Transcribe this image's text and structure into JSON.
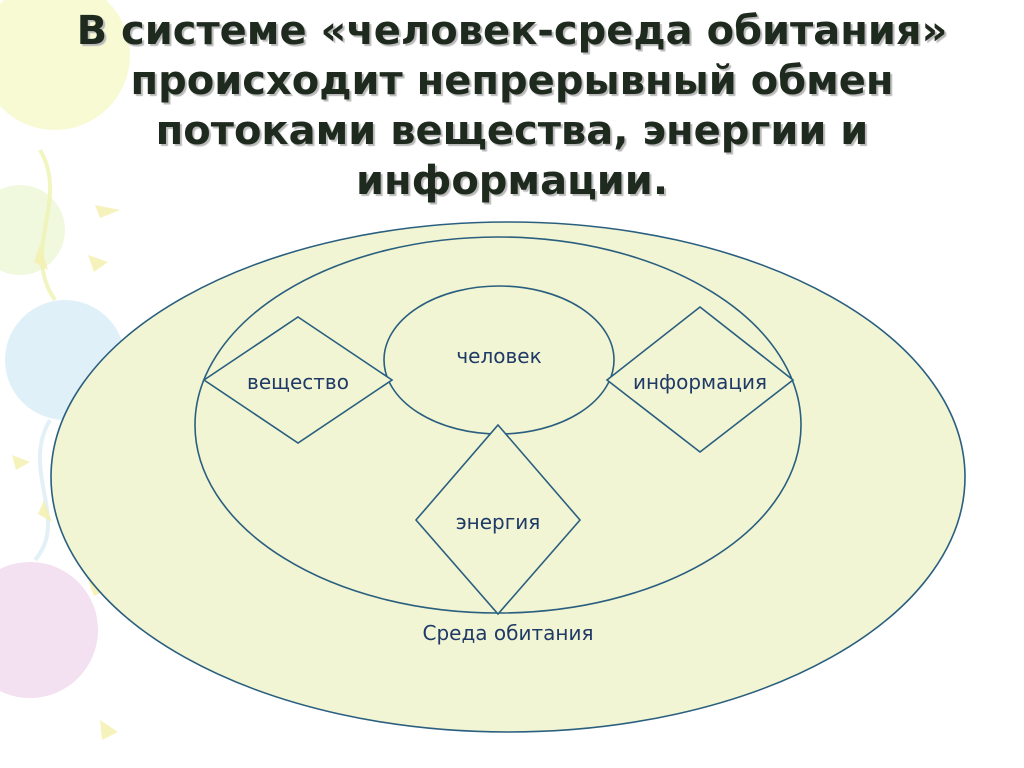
{
  "title": "В системе «человек-среда обитания» происходит непрерывный обмен потоками вещества, энергии и информации.",
  "diagram": {
    "center": "человек",
    "substance": "вещество",
    "information": "информация",
    "energy": "энергия",
    "environment": "Среда обитания"
  },
  "colors": {
    "fill": "#f1f5d4",
    "stroke": "#2a5f7f",
    "text": "#1f3a66",
    "title": "#1f2a1f"
  }
}
